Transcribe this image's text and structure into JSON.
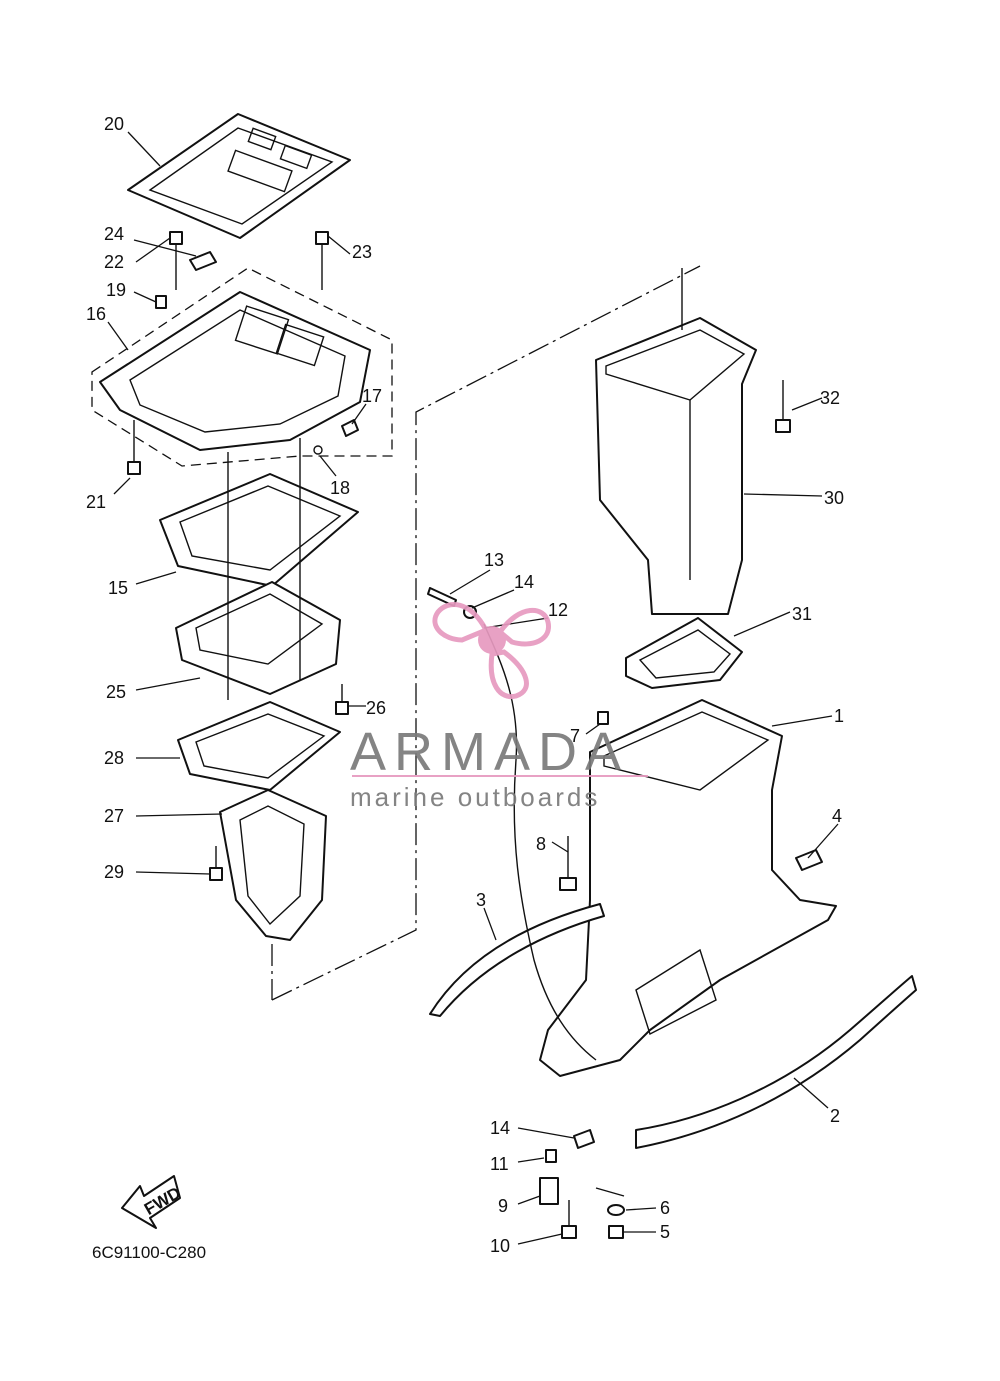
{
  "diagram": {
    "part_code": "6C91100-C280",
    "fwd_label": "FWD",
    "watermark": {
      "brand": "ARMADA",
      "tagline": "marine outboards",
      "accent_color": "#e79ac0",
      "text_color": "#7a7a7a"
    },
    "callouts": [
      "1",
      "2",
      "3",
      "4",
      "5",
      "6",
      "7",
      "8",
      "9",
      "10",
      "11",
      "12",
      "13",
      "14",
      "14",
      "15",
      "16",
      "17",
      "18",
      "19",
      "20",
      "21",
      "22",
      "23",
      "24",
      "25",
      "26",
      "27",
      "28",
      "29",
      "30",
      "31",
      "32"
    ]
  }
}
